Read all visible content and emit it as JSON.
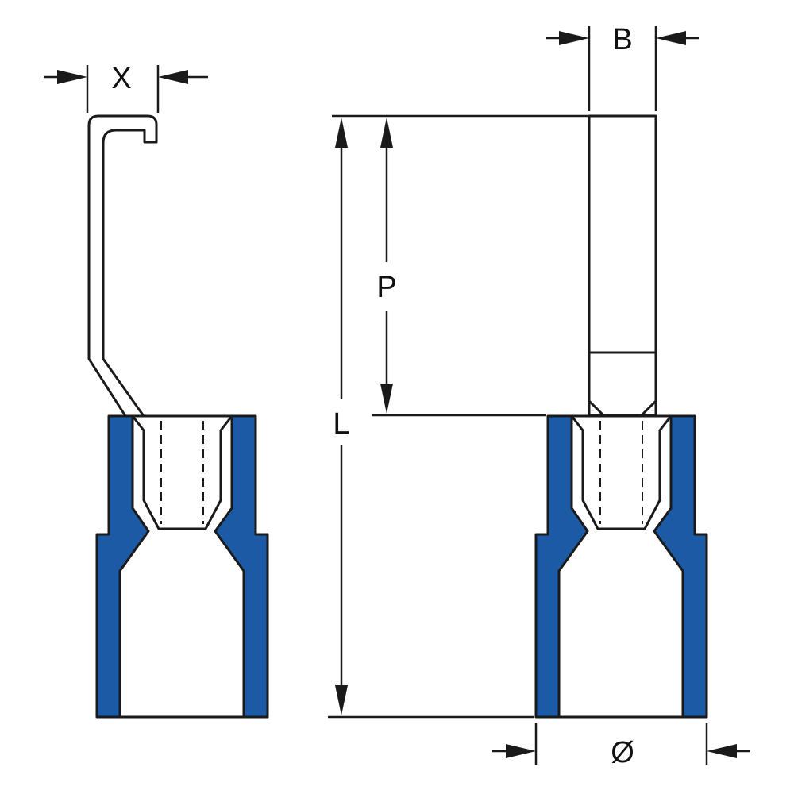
{
  "dimensions": {
    "x_label": "X",
    "b_label": "B",
    "p_label": "P",
    "l_label": "L",
    "diameter_label": "Ø"
  },
  "colors": {
    "insulation_blue": "#1c5aa5",
    "line": "#1a1a1a",
    "background": "#ffffff"
  }
}
